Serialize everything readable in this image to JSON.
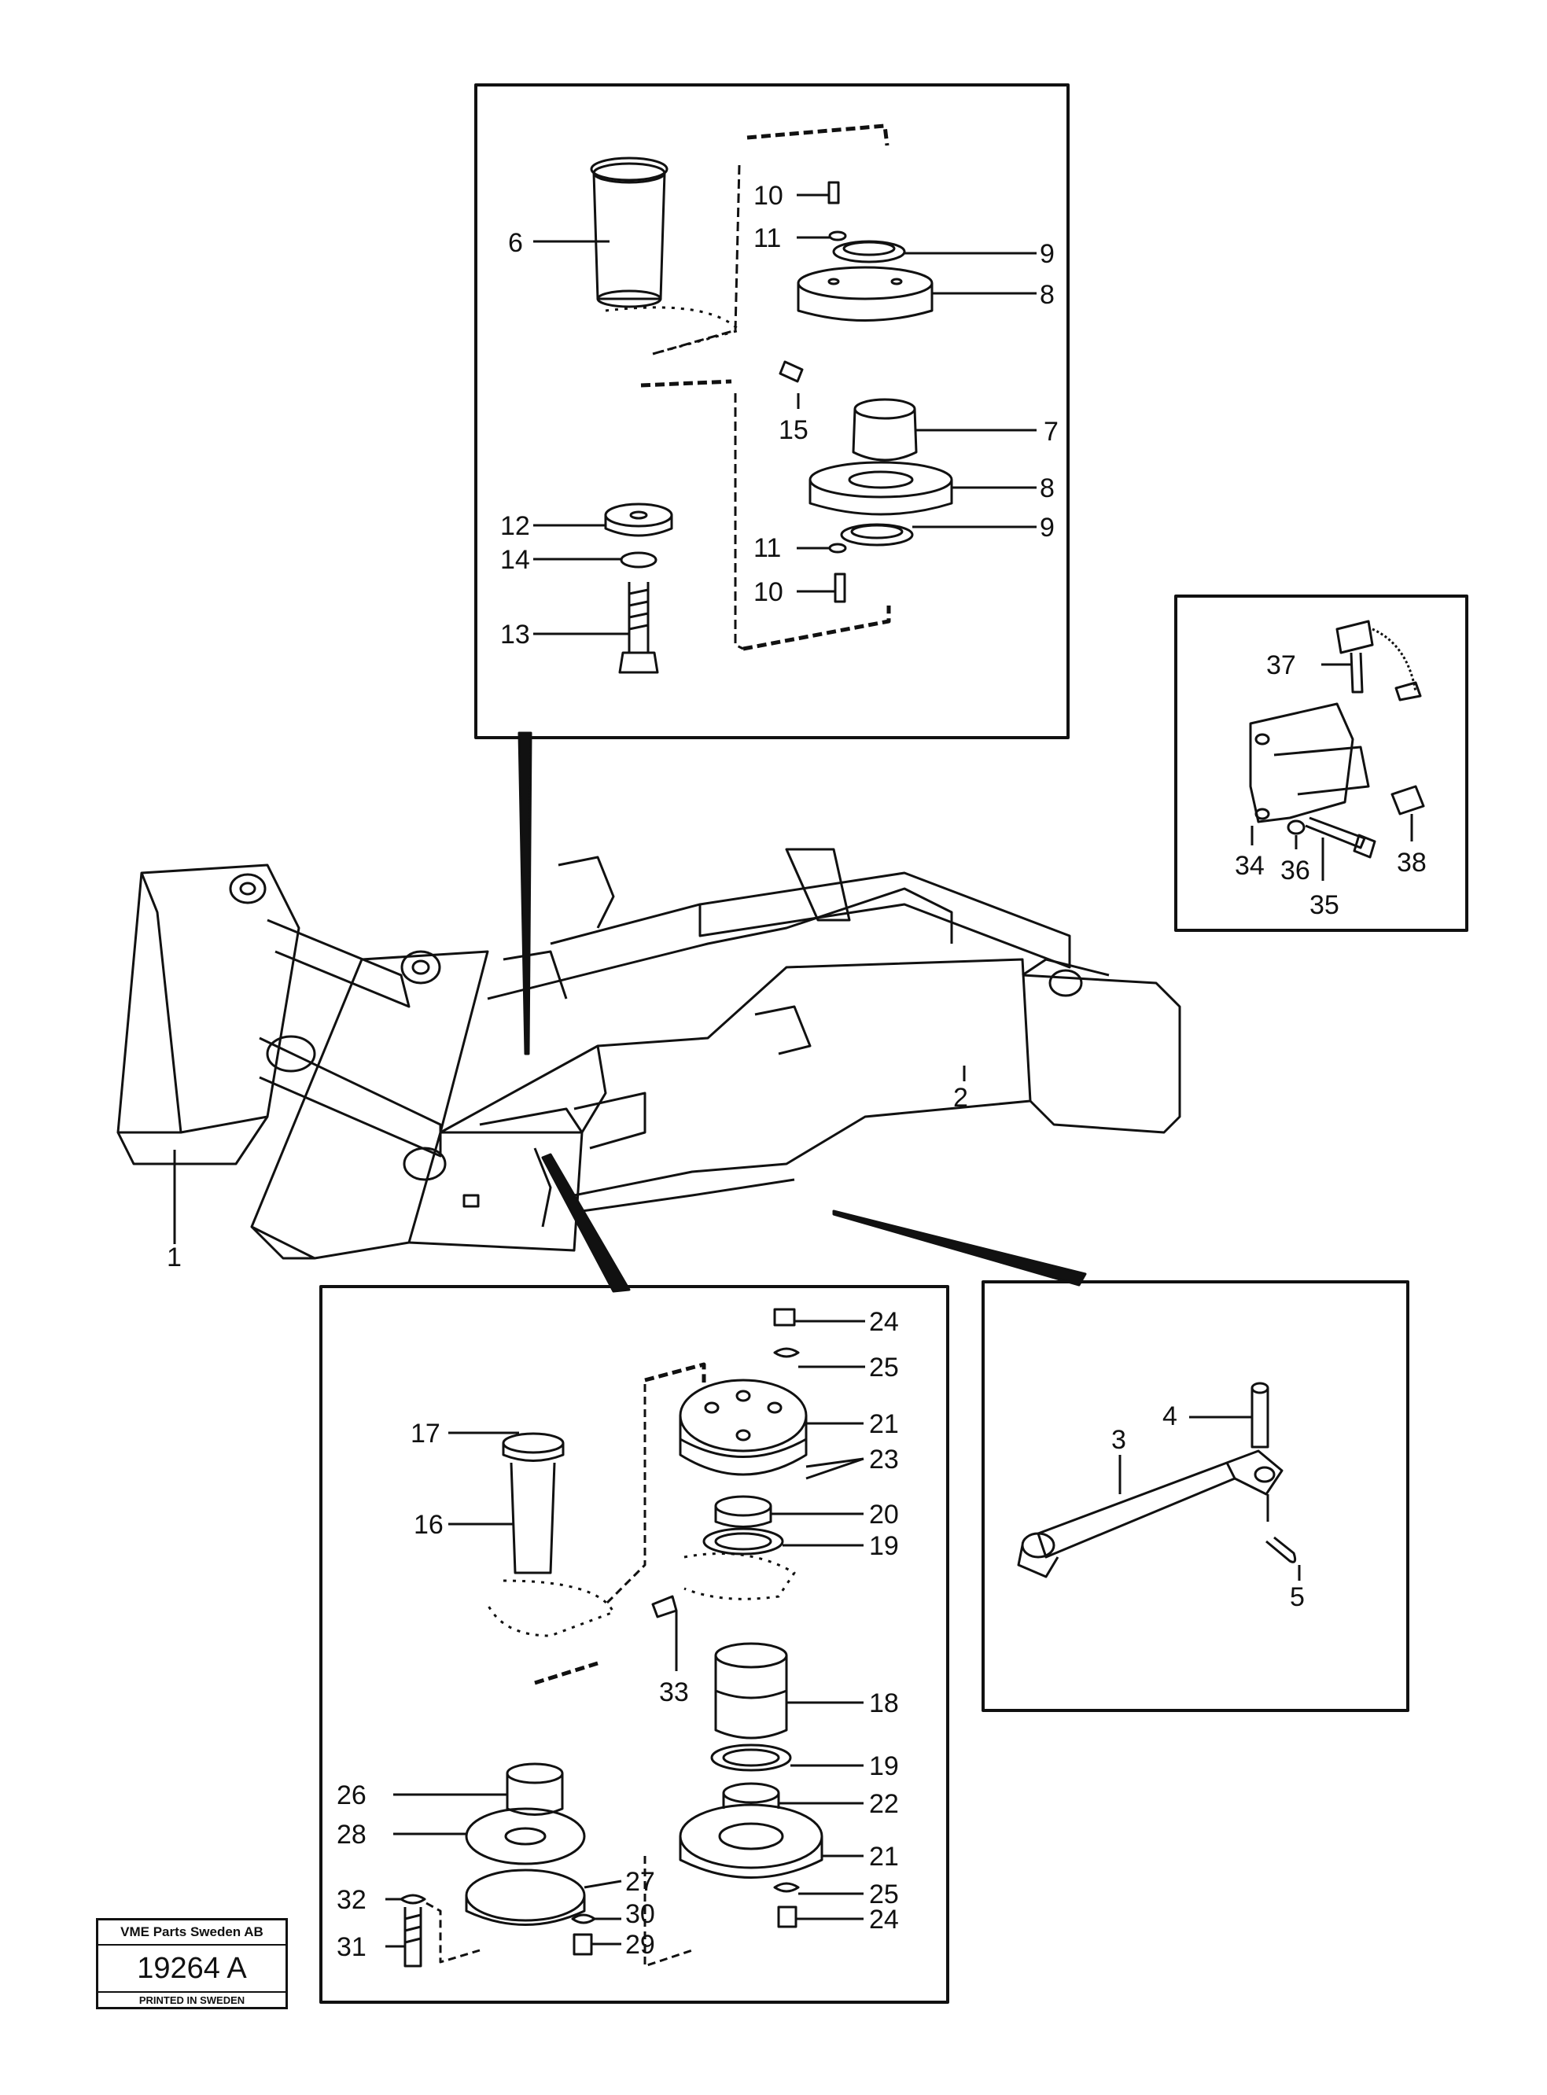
{
  "callouts": {
    "c1": "1",
    "c2": "2",
    "c3": "3",
    "c4": "4",
    "c5": "5",
    "c6": "6",
    "c7": "7",
    "c8a": "8",
    "c8b": "8",
    "c9a": "9",
    "c9b": "9",
    "c10a": "10",
    "c10b": "10",
    "c11a": "11",
    "c11b": "11",
    "c12": "12",
    "c13": "13",
    "c14": "14",
    "c15": "15",
    "c16": "16",
    "c17": "17",
    "c18": "18",
    "c19a": "19",
    "c19b": "19",
    "c20": "20",
    "c21a": "21",
    "c21b": "21",
    "c22": "22",
    "c23": "23",
    "c24a": "24",
    "c24b": "24",
    "c25a": "25",
    "c25b": "25",
    "c26": "26",
    "c27": "27",
    "c28": "28",
    "c29": "29",
    "c30": "30",
    "c31": "31",
    "c32": "32",
    "c33": "33",
    "c34": "34",
    "c35": "35",
    "c36": "36",
    "c37": "37",
    "c38": "38"
  },
  "stamp": {
    "company": "VME Parts Sweden AB",
    "number": "19264 A",
    "printed": "PRINTED IN SWEDEN"
  }
}
